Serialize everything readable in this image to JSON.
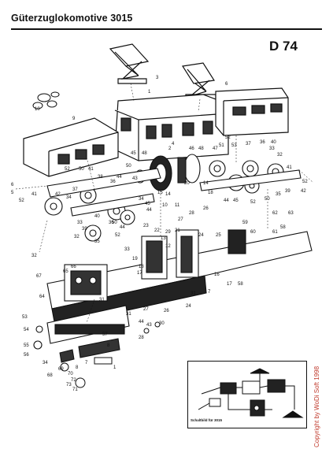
{
  "header": {
    "title": "Güterzuglokomotive 3015",
    "code": "D 74"
  },
  "copyright": "Copyright by WoDi Soft 1998",
  "inset": {
    "label": "Schaltbild für 3015"
  },
  "part_numbers": [
    "1",
    "2",
    "3",
    "4",
    "5",
    "6",
    "7",
    "8",
    "9",
    "10",
    "11",
    "12",
    "13",
    "14",
    "15",
    "16",
    "17",
    "18",
    "19",
    "20",
    "21",
    "22",
    "23",
    "24",
    "25",
    "26",
    "27",
    "28",
    "29",
    "30",
    "31",
    "32",
    "33",
    "34",
    "35",
    "36",
    "37",
    "38",
    "39",
    "40",
    "41",
    "42",
    "43",
    "44",
    "45",
    "46",
    "47",
    "48",
    "49",
    "50",
    "51",
    "52",
    "53",
    "54",
    "55",
    "56",
    "57",
    "58",
    "59",
    "60",
    "61",
    "62",
    "63",
    "64",
    "65",
    "66",
    "67",
    "68",
    "69",
    "70",
    "71",
    "72",
    "73"
  ]
}
